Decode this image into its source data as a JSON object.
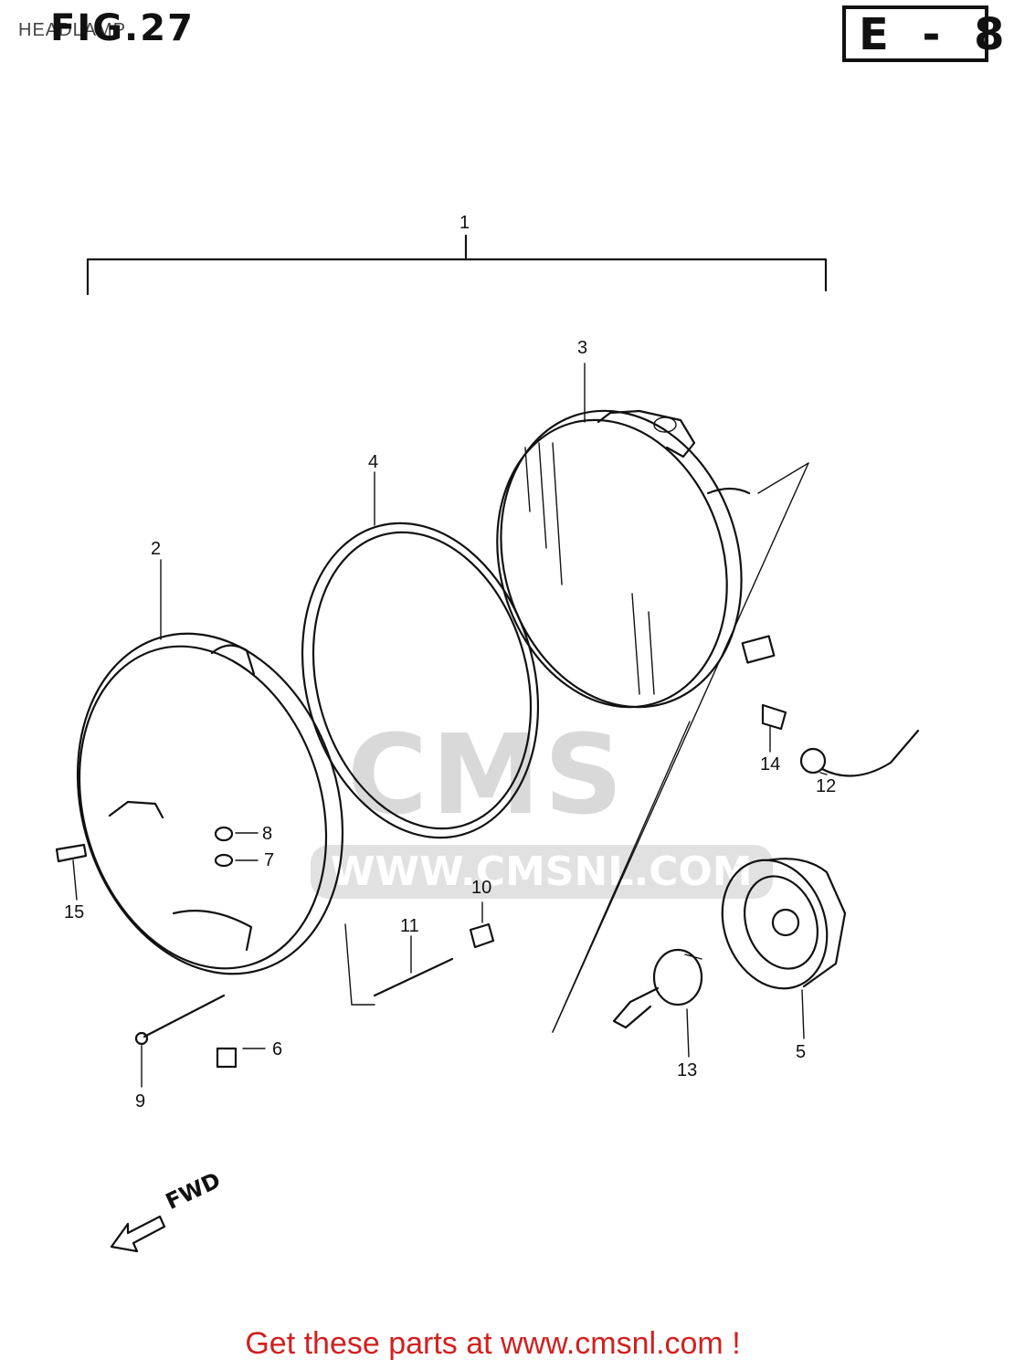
{
  "header": {
    "title": "HEADLAMP",
    "figure": "FIG.27",
    "code": "E - 8"
  },
  "watermark": {
    "logo_text": "CMS",
    "url": "WWW.CMSNL.COM"
  },
  "direction_label": "FWD",
  "callouts": [
    "1",
    "2",
    "3",
    "4",
    "5",
    "6",
    "7",
    "8",
    "9",
    "10",
    "11",
    "12",
    "13",
    "14",
    "15"
  ],
  "footer": {
    "text": "Get these parts at www.cmsnl.com !",
    "color": "#d21f1f"
  }
}
